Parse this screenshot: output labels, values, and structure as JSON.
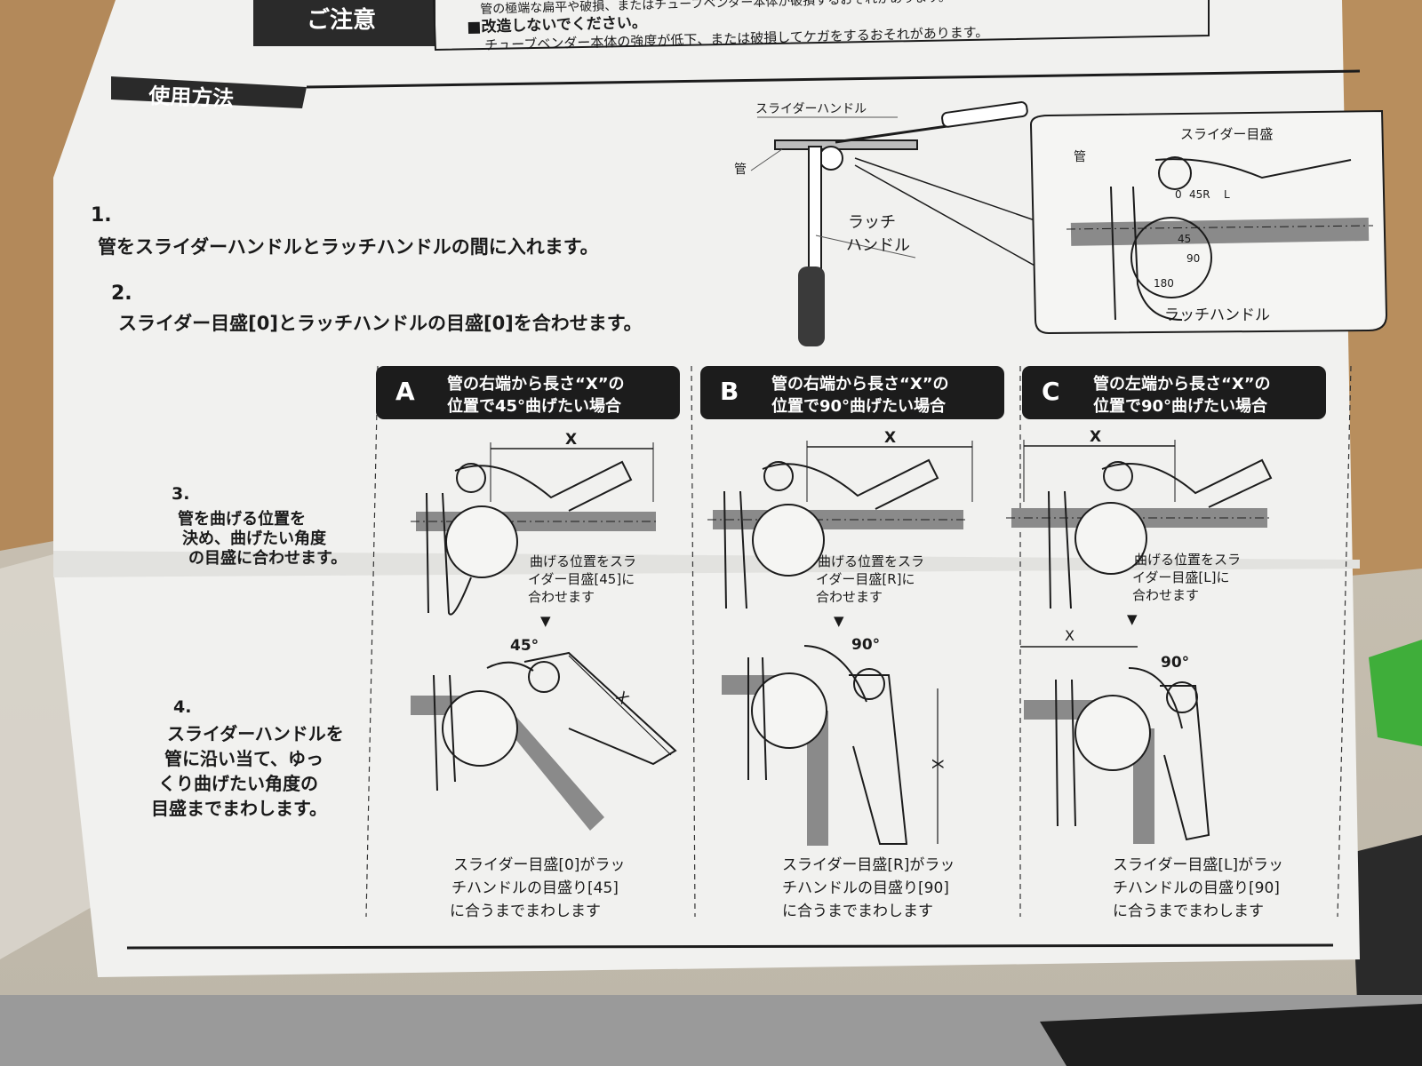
{
  "caution": {
    "tag": "ご注意",
    "line1": "管の極端な扁平や破損、またはチューブベンダー本体が破損するおそれがあります。",
    "line2": "■改造しないでください。",
    "line3": "チューブベンダー本体の強度が低下、または破損してケガをするおそれがあります。"
  },
  "section_title": "使用方法",
  "steps": {
    "s1_num": "1.",
    "s1_text": "管をスライダーハンドルとラッチハンドルの間に入れます。",
    "s2_num": "2.",
    "s2_text": "スライダー目盛[0]とラッチハンドルの目盛[0]を合わせます。",
    "s3_num": "3.",
    "s3_text": [
      "管を曲げる位置を",
      "決め、曲げたい角度",
      "の目盛に合わせます。"
    ],
    "s4_num": "4.",
    "s4_text": [
      "スライダーハンドルを",
      "管に沿い当て、ゆっ",
      "くり曲げたい角度の",
      "目盛までまわします。"
    ]
  },
  "top_diagram": {
    "slider_handle": "スライダーハンドル",
    "pipe": "管",
    "latch_1": "ラッチ",
    "latch_2": "ハンドル",
    "detail_pipe": "管",
    "detail_slider_scale": "スライダー目盛",
    "detail_latch_handle": "ラッチハンドル",
    "scale_0": "0",
    "scale_45r": "45R",
    "scale_l": "L",
    "dial_45": "45",
    "dial_90": "90",
    "dial_180": "180"
  },
  "panels": [
    {
      "letter": "A",
      "title_1": "管の右端から長さ“X”の",
      "title_2": "位置で45°曲げたい場合",
      "x_label": "X",
      "step3_note": [
        "曲げる位置をスラ",
        "イダー目盛[45]に",
        "合わせます"
      ],
      "angle": "45°",
      "x_label_2": "X",
      "result": [
        "スライダー目盛[0]がラッ",
        "チハンドルの目盛り[45]",
        "に合うまでまわします"
      ]
    },
    {
      "letter": "B",
      "title_1": "管の右端から長さ“X”の",
      "title_2": "位置で90°曲げたい場合",
      "x_label": "X",
      "step3_note": [
        "曲げる位置をスラ",
        "イダー目盛[R]に",
        "合わせます"
      ],
      "angle": "90°",
      "x_label_2": "X",
      "result": [
        "スライダー目盛[R]がラッ",
        "チハンドルの目盛り[90]",
        "に合うまでまわします"
      ]
    },
    {
      "letter": "C",
      "title_1": "管の左端から長さ“X”の",
      "title_2": "位置で90°曲げたい場合",
      "x_label": "X",
      "step3_note": [
        "曲げる位置をスラ",
        "イダー目盛[L]に",
        "合わせます"
      ],
      "angle": "90°",
      "x_label_2": "X",
      "result": [
        "スライダー目盛[L]がラッ",
        "チハンドルの目盛り[90]",
        "に合うまでまわします"
      ]
    }
  ],
  "arrow_down": "▼",
  "colors": {
    "paper": "#f1f1ef",
    "ink": "#1c1c1c",
    "pipe": "#8a8a8a",
    "cardboard": "#b48a55"
  }
}
